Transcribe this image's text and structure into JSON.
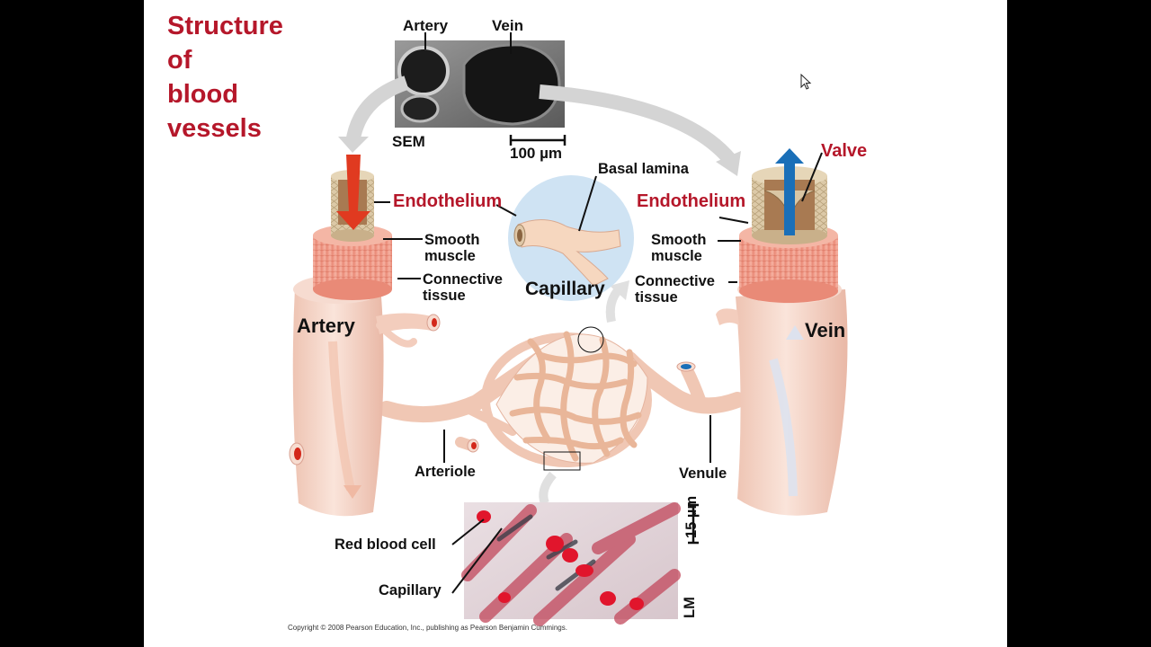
{
  "slide": {
    "title_lines": [
      "Structure",
      "of",
      "blood",
      "vessels"
    ],
    "copyright": "Copyright © 2008 Pearson Education, Inc., publishing as Pearson Benjamin Cummings."
  },
  "sem": {
    "artery_label": "Artery",
    "vein_label": "Vein",
    "method_label": "SEM",
    "scale_label": "100 µm"
  },
  "artery": {
    "title": "Artery",
    "endothelium": "Endothelium",
    "smooth_muscle_line1": "Smooth",
    "smooth_muscle_line2": "muscle",
    "connective_line1": "Connective",
    "connective_line2": "tissue"
  },
  "capillary": {
    "title": "Capillary",
    "basal_lamina": "Basal lamina"
  },
  "vein": {
    "title": "Vein",
    "valve": "Valve",
    "endothelium": "Endothelium",
    "smooth_muscle_line1": "Smooth",
    "smooth_muscle_line2": "muscle",
    "connective_line1": "Connective",
    "connective_line2": "tissue"
  },
  "network": {
    "arteriole": "Arteriole",
    "venule": "Venule"
  },
  "micrograph": {
    "red_blood_cell": "Red blood cell",
    "capillary": "Capillary",
    "scale_label": "15 µm",
    "method_label": "LM"
  },
  "colors": {
    "title_red": "#b5172a",
    "vessel_pink": "#f7d9cc",
    "muscle_salmon": "#f2a090",
    "endothelium_tan": "#d9c6a4",
    "blood_red": "#e03a20",
    "venous_blue": "#1a6fb8"
  }
}
